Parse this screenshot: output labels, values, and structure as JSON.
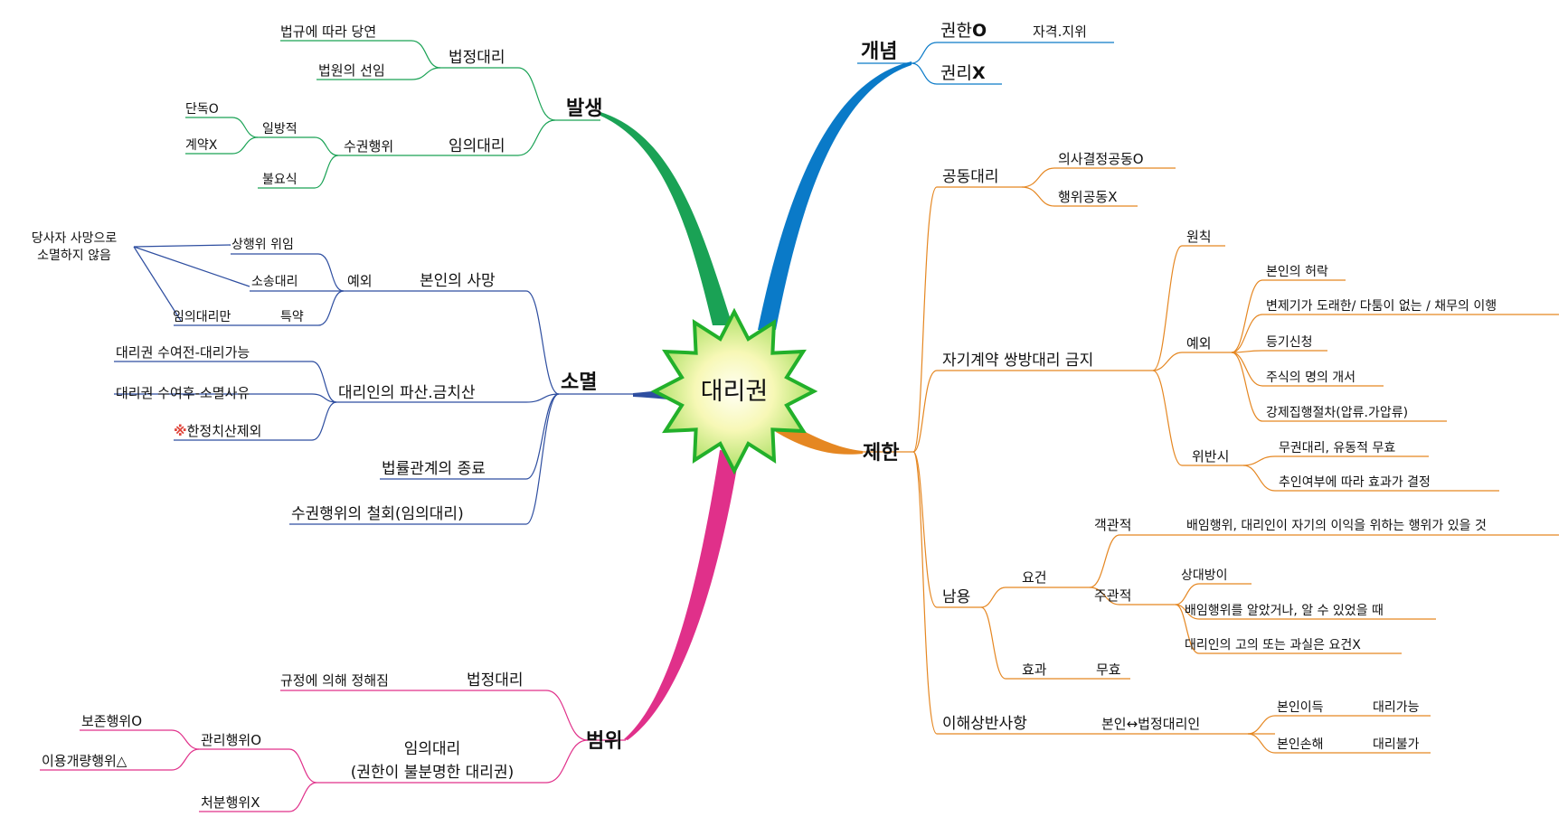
{
  "center": "대리권",
  "colors": {
    "concept": "#0a7ac8",
    "occurrence": "#1aa255",
    "extinction": "#2e4ea0",
    "restriction": "#e58722",
    "scope": "#e0308a"
  },
  "branches": {
    "concept": {
      "label": "개념",
      "authority": "권한",
      "authority_mark": "O",
      "authority_note": "자격.지위",
      "right": "권리",
      "right_mark": "X"
    },
    "occurrence": {
      "label": "발생",
      "legal": {
        "label": "법정대리",
        "items": [
          "법규에 따라 당연",
          "법원의 선임"
        ]
      },
      "voluntary": {
        "label": "임의대리",
        "act": "수권행위",
        "unilateral": "일방적",
        "sub": [
          "단독O",
          "계약X"
        ],
        "informal": "불요식"
      }
    },
    "extinction": {
      "label": "소멸",
      "death": "본인의 사망",
      "exception": "예외",
      "exceptions": [
        "상행위 위임",
        "소송대리",
        "특약"
      ],
      "no_extinct_note": [
        "당사자 사망으로",
        "소멸하지 않음"
      ],
      "voluntary_only": "임의대리만",
      "bankruptcy": "대리인의 파산.금치산",
      "bankruptcy_items": [
        "대리권 수여전-대리가능",
        "대리권 수여후-소멸사유"
      ],
      "exclusion_mark": "※",
      "exclusion": "한정치산제외",
      "end_relation": "법률관계의 종료",
      "withdrawal": "수권행위의 철회(임의대리)"
    },
    "restriction": {
      "label": "제한",
      "joint": {
        "label": "공동대리",
        "items": [
          "의사결정공동O",
          "행위공동X"
        ]
      },
      "self": {
        "label": "자기계약 쌍방대리 금지",
        "principle": "원칙",
        "exception": "예외",
        "exceptions": [
          "본인의 허락",
          "변제기가 도래한/ 다툼이 없는 / 채무의 이행",
          "등기신청",
          "주식의  명의 개서",
          "강제집행절차(압류.가압류)"
        ],
        "violation": "위반시",
        "violations": [
          "무권대리, 유동적 무효",
          "추인여부에 따라 효과가 결정"
        ]
      },
      "abuse": {
        "label": "남용",
        "requirement": "요건",
        "objective": "객관적",
        "objective_text": "배임행위, 대리인이 자기의 이익을 위하는 행위가 있을 것",
        "subjective": "주관적",
        "subjective_items": [
          "상대방이",
          "배임행위를 알았거나, 알 수 있었을 때",
          "대리인의 고의 또는 과실은 요건X"
        ],
        "effect": "효과",
        "effect_value": "무효"
      },
      "conflict": {
        "label": "이해상반사항",
        "relation": "본인↔법정대리인",
        "rows": [
          [
            "본인이득",
            "대리가능"
          ],
          [
            "본인손해",
            "대리불가"
          ]
        ]
      }
    },
    "scope": {
      "label": "범위",
      "legal": {
        "label": "법정대리",
        "note": "규정에 의해 정해짐"
      },
      "voluntary": {
        "label_lines": [
          "임의대리",
          "(권한이 불분명한 대리권)"
        ],
        "management": "관리행위O",
        "management_items": [
          "보존행위O",
          "이용개량행위△"
        ],
        "disposal": "처분행위X"
      }
    }
  }
}
